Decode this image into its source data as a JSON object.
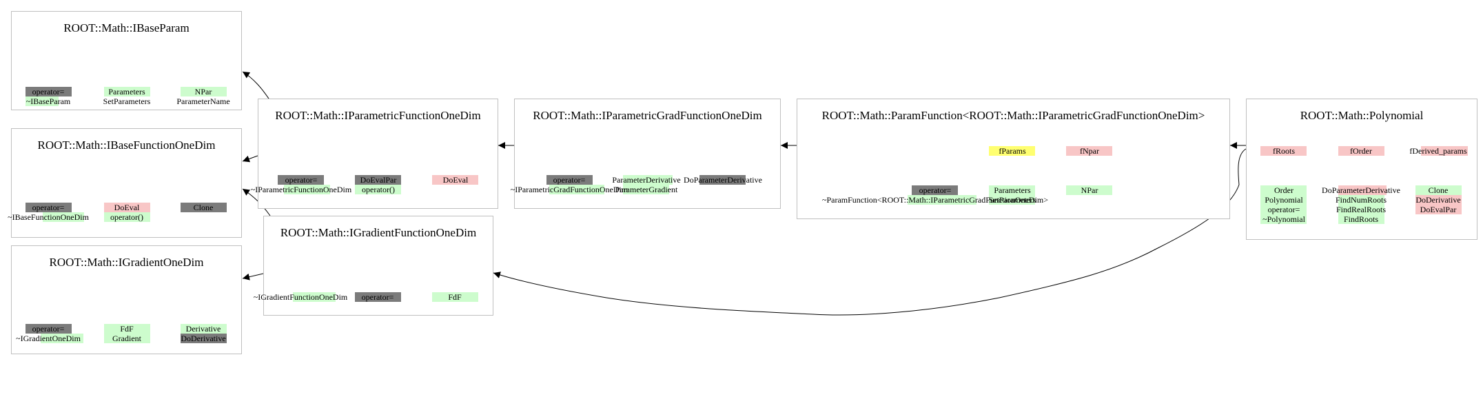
{
  "colors": {
    "public": "#cdfccd",
    "protected": "#f8c6c6",
    "deleted": "#7b7b7b",
    "data_member": "#ffff70",
    "border": "#bfbfbf"
  },
  "classes": {
    "ibaseparam": {
      "title": "ROOT::Math::IBaseParam",
      "members": [
        "operator=",
        "~IBaseParam",
        "Parameters",
        "SetParameters",
        "NPar",
        "ParameterName"
      ]
    },
    "ibasefunctiononedim": {
      "title": "ROOT::Math::IBaseFunctionOneDim",
      "members": [
        "operator=",
        "~IBaseFunctionOneDim",
        "DoEval",
        "operator()",
        "Clone"
      ]
    },
    "igradientonedim": {
      "title": "ROOT::Math::IGradientOneDim",
      "members": [
        "operator=",
        "~IGradientOneDim",
        "FdF",
        "Gradient",
        "Derivative",
        "DoDerivative"
      ]
    },
    "iparametricfunctiononedim": {
      "title": "ROOT::Math::IParametricFunctionOneDim",
      "members": [
        "operator=",
        "~IParametricFunctionOneDim",
        "DoEvalPar",
        "operator()",
        "DoEval"
      ]
    },
    "igradientfunctiononedim": {
      "title": "ROOT::Math::IGradientFunctionOneDim",
      "members": [
        "~IGradientFunctionOneDim",
        "operator=",
        "FdF"
      ]
    },
    "iparametricgradfunctiononedim": {
      "title": "ROOT::Math::IParametricGradFunctionOneDim",
      "members": [
        "operator=",
        "~IParametricGradFunctionOneDim",
        "ParameterDerivative",
        "ParameterGradient",
        "DoParameterDerivative"
      ]
    },
    "paramfunction": {
      "title": "ROOT::Math::ParamFunction<ROOT::Math::IParametricGradFunctionOneDim>",
      "members": [
        "fParams",
        "fNpar",
        "operator=",
        "~ParamFunction<ROOT::Math::IParametricGradFunctionOneDim>",
        "Parameters",
        "SetParameters",
        "NPar"
      ]
    },
    "polynomial": {
      "title": "ROOT::Math::Polynomial",
      "members": [
        "fRoots",
        "fOrder",
        "fDerived_params",
        "Order",
        "Polynomial",
        "operator=",
        "~Polynomial",
        "DoParameterDerivative",
        "FindNumRoots",
        "FindRealRoots",
        "FindRoots",
        "Clone",
        "DoDerivative",
        "DoEvalPar"
      ]
    }
  }
}
